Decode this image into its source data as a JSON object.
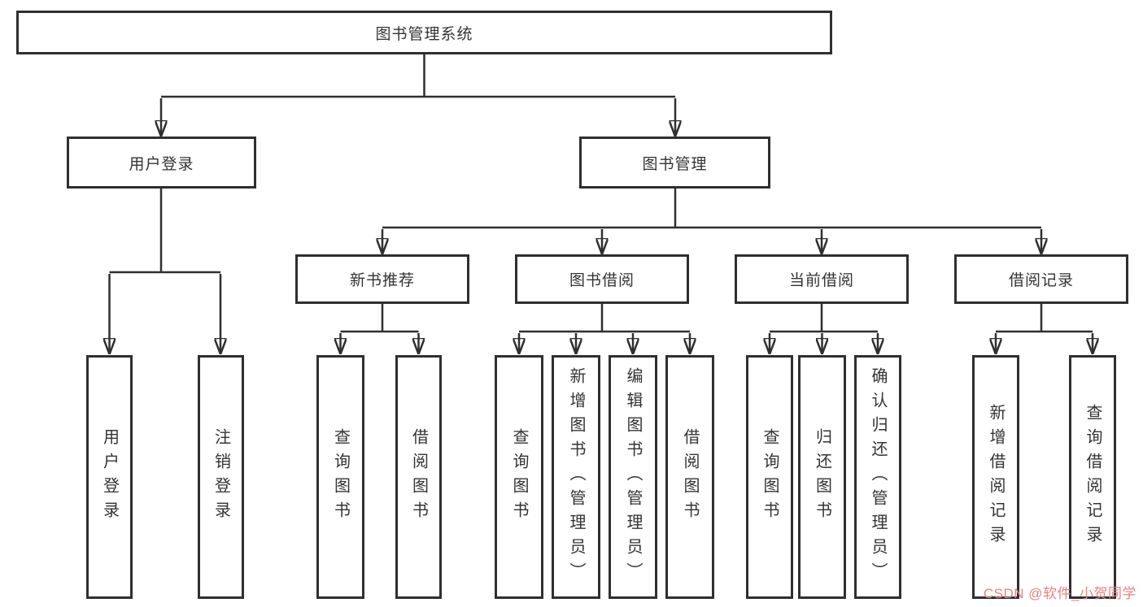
{
  "diagram": {
    "type": "tree-diagram",
    "line_color": "#2f2f2f",
    "box_fill": "#ffffff",
    "text_color": "#333333",
    "root": {
      "label": "图书管理系统",
      "children": [
        {
          "label": "用户登录",
          "children": [
            {
              "label": "用户登录"
            },
            {
              "label": "注销登录"
            }
          ]
        },
        {
          "label": "图书管理",
          "children": [
            {
              "label": "新书推荐",
              "children": [
                {
                  "label": "查询图书"
                },
                {
                  "label": "借阅图书"
                }
              ]
            },
            {
              "label": "图书借阅",
              "children": [
                {
                  "label": "查询图书"
                },
                {
                  "label": "新增图书（管理员）"
                },
                {
                  "label": "编辑图书（管理员）"
                },
                {
                  "label": "借阅图书"
                }
              ]
            },
            {
              "label": "当前借阅",
              "children": [
                {
                  "label": "查询图书"
                },
                {
                  "label": "归还图书"
                },
                {
                  "label": "确认归还（管理员）"
                }
              ]
            },
            {
              "label": "借阅记录",
              "children": [
                {
                  "label": "新增借阅记录"
                },
                {
                  "label": "查询借阅记录"
                }
              ]
            }
          ]
        }
      ]
    }
  },
  "watermark": {
    "text": "CSDN @软件_小贺同学",
    "color": "#ec8080"
  }
}
